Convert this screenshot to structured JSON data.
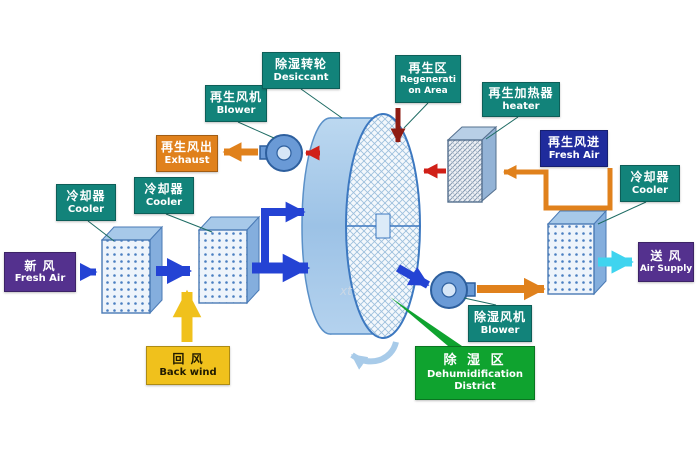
{
  "palette": {
    "teal": "#12837a",
    "purple": "#54318e",
    "navy": "#1f2b9c",
    "orange": "#e0811c",
    "yellow": "#f0c11c",
    "green": "#0fa32f",
    "process_blue": "#2443d4",
    "cyan": "#3fd4ef",
    "red": "#d02018",
    "dark_red": "#8e1b12",
    "wheel_blue": "#aed0ee"
  },
  "labels": {
    "fresh_air_in": {
      "zh": "新 风",
      "en": "Fresh Air"
    },
    "cooler1": {
      "zh": "冷却器",
      "en": "Cooler"
    },
    "cooler2": {
      "zh": "冷却器",
      "en": "Cooler"
    },
    "back_wind": {
      "zh": "回 风",
      "en": "Back wind"
    },
    "regen_blower": {
      "zh": "再生风机",
      "en": "Blower"
    },
    "exhaust": {
      "zh": "再生风出",
      "en": "Exhaust"
    },
    "desiccant": {
      "zh": "除湿转轮",
      "en": "Desiccant"
    },
    "regen_area": {
      "zh": "再生区",
      "en1": "Regenerati",
      "en2": "on Area"
    },
    "heater": {
      "zh": "再生加热器",
      "en": "heater"
    },
    "regen_fresh_air": {
      "zh": "再生风进",
      "en": "Fresh Air"
    },
    "cooler3": {
      "zh": "冷却器",
      "en": "Cooler"
    },
    "air_supply": {
      "zh": "送 风",
      "en": "Air Supply"
    },
    "dehumid_blower": {
      "zh": "除湿风机",
      "en": "Blower"
    },
    "dehumid_district": {
      "zh": "除 湿 区",
      "en1": "Dehumidification",
      "en2": "District"
    }
  },
  "watermark": {
    "text": "xt"
  }
}
